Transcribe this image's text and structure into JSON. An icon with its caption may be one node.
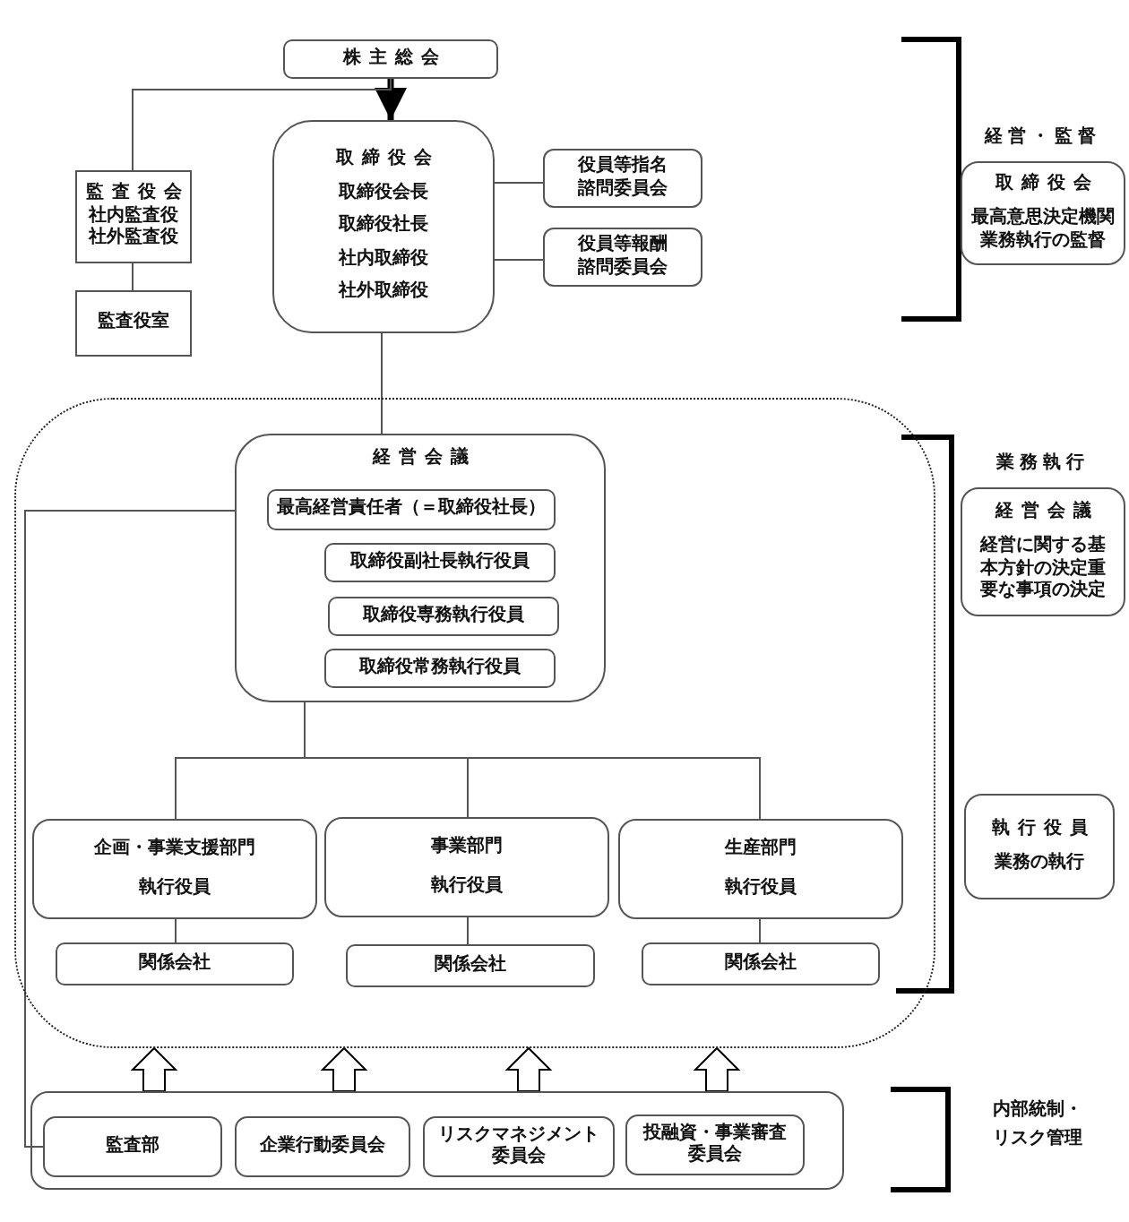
{
  "diagram": {
    "nodes": [
      {
        "text": [
          "株主総会"
        ]
      },
      {
        "text": [
          "取締役会",
          "取締役会長",
          "取締役社長",
          "社内取締役",
          "社外取締役"
        ]
      },
      {
        "text": [
          "役員等指名諮問委員会"
        ]
      },
      {
        "text": [
          "役員等報酬諮問委員会"
        ]
      },
      {
        "text": [
          "監査役会",
          "社内監査役",
          "社外監査役"
        ]
      },
      {
        "text": [
          "監査役室"
        ]
      },
      {
        "text": [],
        "shape": "box"
      },
      {
        "text": [
          "経営会議"
        ],
        "in": 6
      },
      {
        "text": [
          "最高経営責任者（＝取締役社長）"
        ],
        "in": 7
      },
      {
        "text": [
          "取締役副社長執行役員"
        ],
        "in": 7
      },
      {
        "text": [
          "取締役専務執行役員"
        ],
        "in": 7
      },
      {
        "text": [
          "取締役常務執行役員"
        ],
        "in": 7
      },
      {
        "text": [
          "企画・事業支援部門",
          "執行役員"
        ],
        "in": 6
      },
      {
        "text": [
          "事業部門",
          "執行役員"
        ],
        "in": 6
      },
      {
        "text": [
          "生産部門",
          "執行役員"
        ],
        "in": 6
      },
      {
        "text": [
          "関係会社"
        ],
        "in": 6
      },
      {
        "text": [
          "関係会社"
        ],
        "in": 6
      },
      {
        "text": [
          "関係会社"
        ],
        "in": 6
      },
      {
        "text": [],
        "shape": "box"
      },
      {
        "text": [
          "監査部"
        ],
        "in": 18
      },
      {
        "text": [
          "企業行動委員会"
        ],
        "in": 18
      },
      {
        "text": [
          "リスクマネジメント委員会"
        ],
        "in": 18
      },
      {
        "text": [
          "投融資・事業審査委員会"
        ],
        "in": 18
      },
      {
        "text": [
          "取締役会",
          "最高意思決定機関業務執行の監督"
        ],
        "beside": [
          "経営・監督"
        ]
      },
      {
        "text": [
          "経営会議",
          "経営に関する基本方針の決定重要な事項の決定"
        ],
        "beside": [
          "業務執行"
        ]
      },
      {
        "text": [
          "執行役員",
          "業務の執行"
        ]
      }
    ],
    "edges": [
      {
        "from": 0,
        "to": 1,
        "arrow": "to",
        "style": "thick"
      },
      {
        "from": 0,
        "to": 4,
        "arrow": "none"
      },
      {
        "from": 4,
        "to": 5,
        "arrow": "none"
      },
      {
        "from": 1,
        "to": 2,
        "arrow": "none"
      },
      {
        "from": 1,
        "to": 3,
        "arrow": "none"
      },
      {
        "from": 1,
        "to": 7,
        "arrow": "none"
      },
      {
        "from": 8,
        "to": 12,
        "arrow": "none"
      },
      {
        "from": 8,
        "to": 13,
        "arrow": "none"
      },
      {
        "from": 8,
        "to": 14,
        "arrow": "none"
      },
      {
        "from": 12,
        "to": 15,
        "arrow": "none"
      },
      {
        "from": 13,
        "to": 16,
        "arrow": "none"
      },
      {
        "from": 14,
        "to": 17,
        "arrow": "none"
      },
      {
        "from": 19,
        "to": 8,
        "arrow": "none"
      },
      {
        "from": 18,
        "to": 6,
        "arrow": "to",
        "style": "thick"
      },
      {
        "from": 18,
        "to": 6,
        "arrow": "to",
        "style": "thick"
      },
      {
        "from": 18,
        "to": 6,
        "arrow": "to",
        "style": "thick"
      },
      {
        "from": 18,
        "to": 6,
        "arrow": "to",
        "style": "thick"
      }
    ],
    "labels": [
      "内部統制・リスク管理"
    ]
  }
}
